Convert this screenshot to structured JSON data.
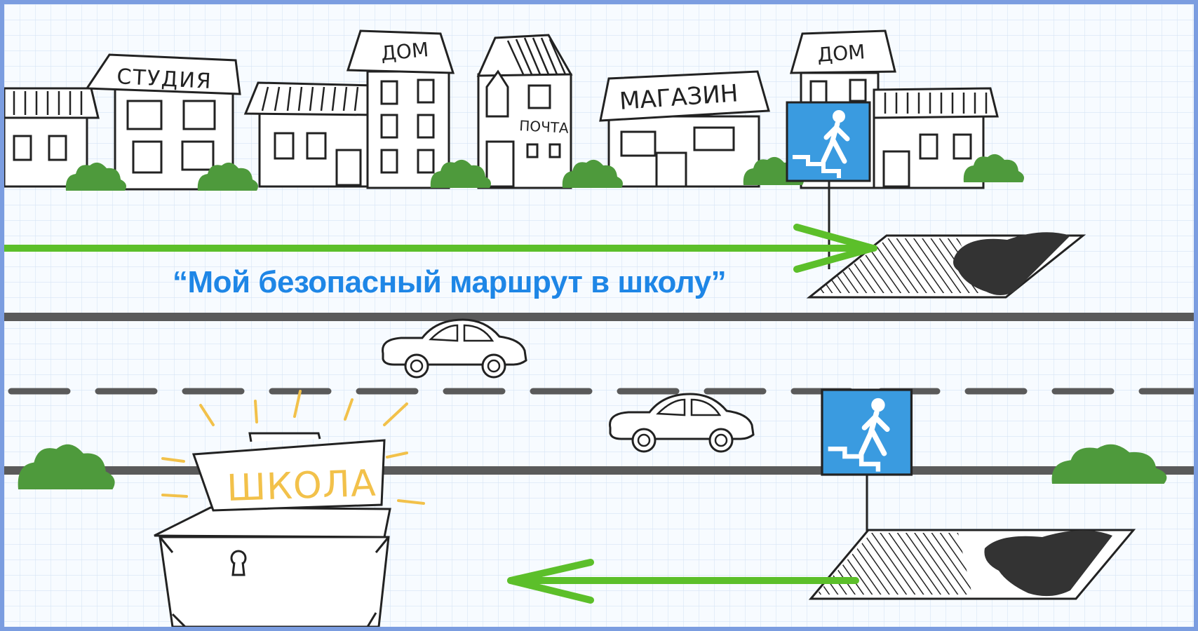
{
  "scene": {
    "title": "“Мой безопасный маршрут в школу”",
    "buildings": {
      "studio": "СТУДИЯ",
      "house_1": "ДОМ",
      "post": "ПОЧТА",
      "shop": "МАГАЗИН",
      "house_2": "ДОМ"
    },
    "school": "ШКОЛА"
  },
  "colors": {
    "route_arrow": "#5cbf2a",
    "road": "#5a5a5a",
    "sign_blue": "#3a9be0",
    "title_blue": "#1e86e6",
    "bush_green": "#4e9a3c",
    "school_rays": "#f2c14a",
    "frame": "#7b9de0"
  },
  "icons": [
    "pedestrian-underpass-sign-icon",
    "car-icon",
    "bush-icon",
    "keyhole-icon"
  ]
}
